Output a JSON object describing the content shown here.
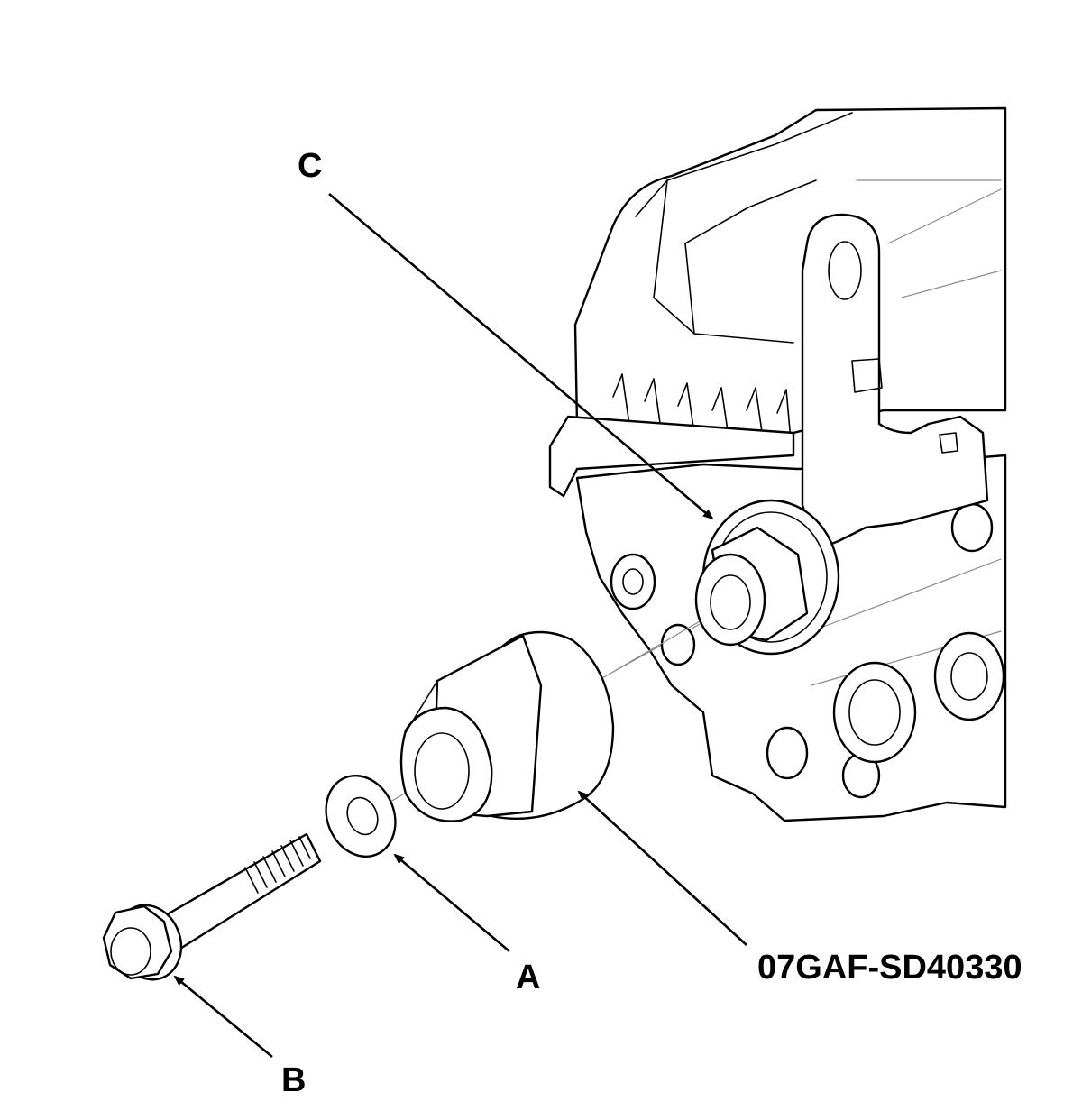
{
  "labels": {
    "C": "C",
    "A": "A",
    "B": "B",
    "tool": "07GAF-SD40330"
  },
  "colors": {
    "line": "#000000",
    "background": "#ffffff",
    "faint_line": "#8a8a8a"
  }
}
